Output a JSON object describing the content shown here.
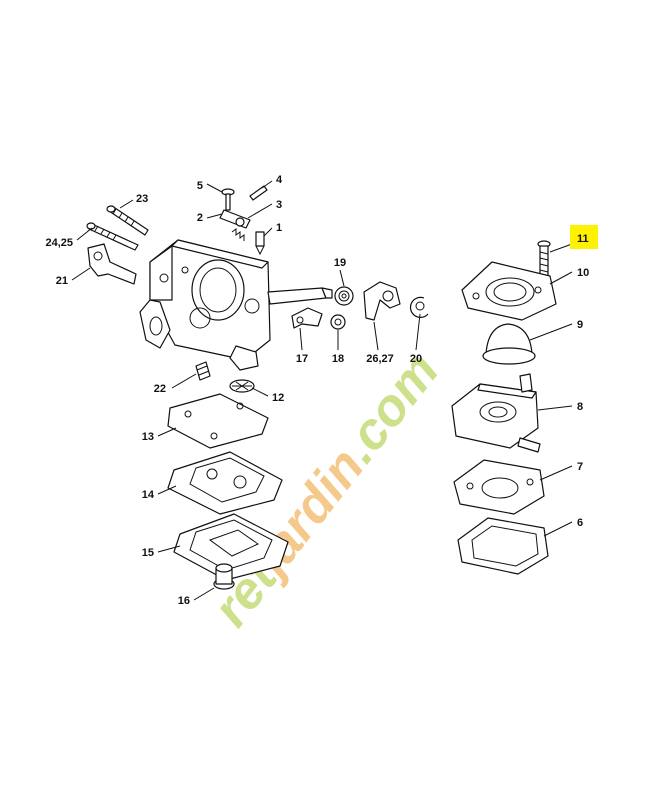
{
  "diagram": {
    "highlight_color": "#fff200",
    "watermark": {
      "prefix": "ret",
      "mid": "jardin",
      "suffix": ".com",
      "color_green": "#c5dc7a",
      "color_orange": "#f4c078"
    },
    "labels": {
      "l1": "1",
      "l2": "2",
      "l3": "3",
      "l4": "4",
      "l5": "5",
      "l6": "6",
      "l7": "7",
      "l8": "8",
      "l9": "9",
      "l10": "10",
      "l11": "11",
      "l12": "12",
      "l13": "13",
      "l14": "14",
      "l15": "15",
      "l16": "16",
      "l17": "17",
      "l18": "18",
      "l19": "19",
      "l20": "20",
      "l21": "21",
      "l22": "22",
      "l23": "23",
      "l2425": "24,25",
      "l2627": "26,27"
    }
  }
}
